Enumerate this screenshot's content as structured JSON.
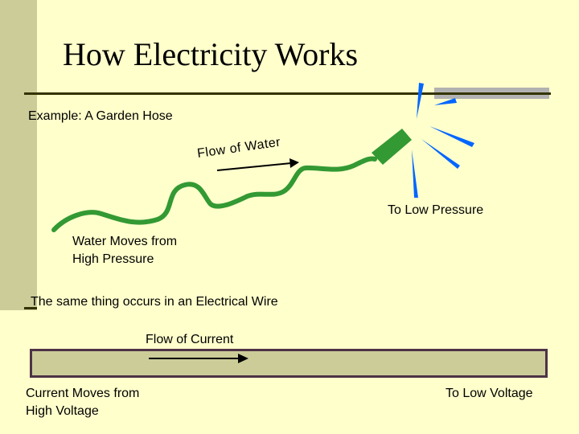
{
  "slide": {
    "title": "How Electricity Works",
    "example_label": "Example: A Garden Hose",
    "hose": {
      "flow_label": "Flow of Water",
      "low_pressure_label": "To Low Pressure",
      "high_pressure_label_line1": "Water Moves from",
      "high_pressure_label_line2": "High Pressure"
    },
    "comparison_label": "The same thing occurs in an Electrical Wire",
    "wire": {
      "flow_label": "Flow of Current",
      "high_voltage_label_line1": "Current Moves from",
      "high_voltage_label_line2": "High Voltage",
      "low_voltage_label": "To Low Voltage"
    }
  },
  "colors": {
    "background": "#ffffcc",
    "side_bar": "#cccc99",
    "hose": "#339933",
    "water_spray": "#0066ff",
    "wire_fill": "#cccc99",
    "wire_border": "#4d3346"
  }
}
